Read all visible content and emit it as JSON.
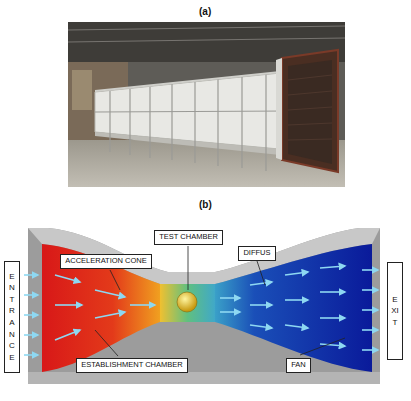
{
  "diagram": {
    "nodes": [
      {
        "text": [
          "ENTRANCE"
        ]
      },
      {
        "text": [
          "ACCELERATION CONE"
        ]
      },
      {
        "text": [
          "TEST CHAMBER"
        ]
      },
      {
        "text": [
          "DIFFUS"
        ]
      },
      {
        "text": [
          "EXIT"
        ]
      },
      {
        "text": [
          "ESTABLISHMENT CHAMBER"
        ]
      },
      {
        "text": [
          "FAN"
        ]
      }
    ],
    "labels": [
      "(a)",
      "(b)"
    ]
  }
}
